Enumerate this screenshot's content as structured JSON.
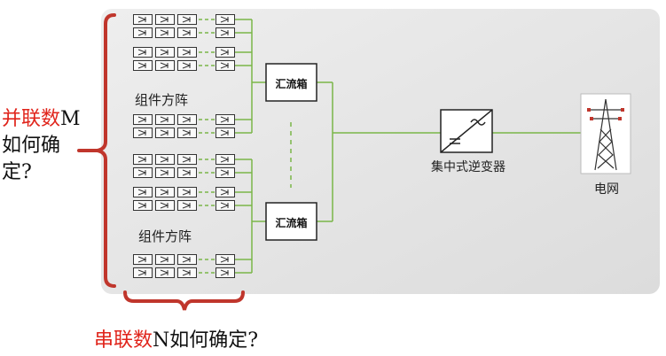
{
  "diagram": {
    "array_label_top": "组件方阵",
    "array_label_bottom": "组件方阵",
    "combiner_top": "汇流箱",
    "combiner_bottom": "汇流箱",
    "inverter_label": "集中式逆变器",
    "grid_label": "电网",
    "left_question": {
      "red": "并联数",
      "black_1": "M",
      "line2": "如何确",
      "line3": "定?"
    },
    "bottom_question": {
      "red": "串联数",
      "black": "N如何确定?"
    }
  },
  "colors": {
    "panel_bg": "#e4e4e4",
    "wire_green": "#7ab648",
    "bracket_red": "#c0362c",
    "question_red": "#e0241b",
    "box_border": "#222222"
  },
  "icons": [
    "pv-module-icon",
    "combiner-box-icon",
    "inverter-icon",
    "transmission-tower-icon"
  ]
}
